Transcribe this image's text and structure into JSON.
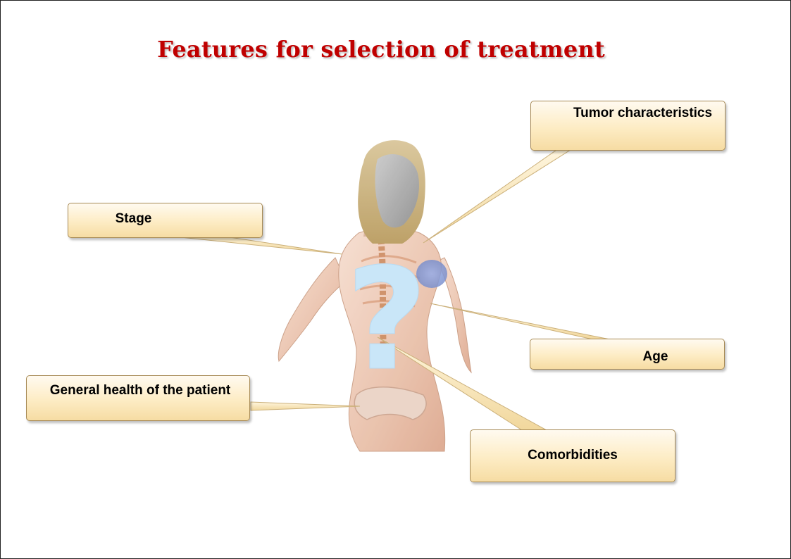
{
  "slide": {
    "title": "Features for selection of treatment",
    "question_mark": "?"
  },
  "callouts": {
    "tumor": "Tumor characteristics",
    "stage": "Stage",
    "age": "Age",
    "general_health": "General health of the patient",
    "comorbidities": "Comorbidities"
  },
  "colors": {
    "title": "#c00000",
    "callout_fill": "#fdecc4",
    "callout_border": "#a78a55",
    "question_mark": "#c9e6f8"
  }
}
